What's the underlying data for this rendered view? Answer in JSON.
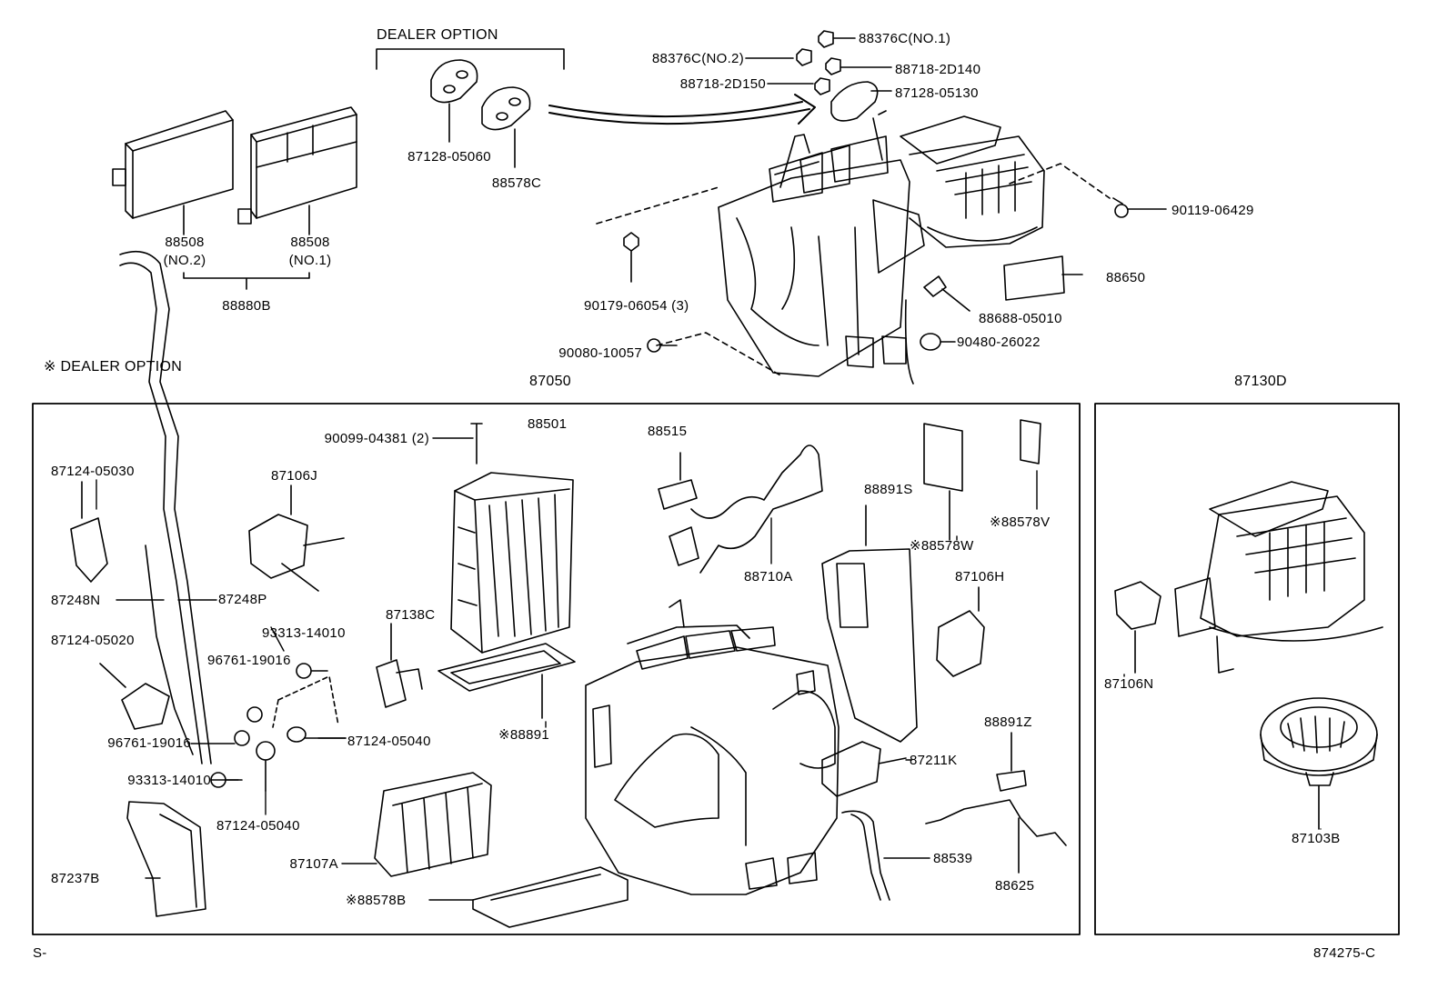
{
  "header": {
    "dealer_option": "DEALER OPTION"
  },
  "note": {
    "dealer_option_mark": "※ DEALER OPTION"
  },
  "footer": {
    "left_code": "S-",
    "right_code": "874275-C"
  },
  "assemblies": {
    "main_unit": "87050",
    "blower_unit": "87130D"
  },
  "parts": {
    "p88376C_no1": "88376C(NO.1)",
    "p88376C_no2": "88376C(NO.2)",
    "p88718_2D140": "88718-2D140",
    "p88718_2D150": "88718-2D150",
    "p87128_05130": "87128-05130",
    "p87128_05060": "87128-05060",
    "p88578C": "88578C",
    "p90119_06429": "90119-06429",
    "p88508_a": "88508",
    "p88508_no2": "(NO.2)",
    "p88508_b": "88508",
    "p88508_no1": "(NO.1)",
    "p88880B": "88880B",
    "p90179_06054": "90179-06054 (3)",
    "p88650": "88650",
    "p88688_05010": "88688-05010",
    "p90080_10057": "90080-10057",
    "p90480_26022": "90480-26022",
    "p90099_04381": "90099-04381 (2)",
    "p88501": "88501",
    "p88515": "88515",
    "p88891S": "88891S",
    "p88578W": "※88578W",
    "p88578V": "※88578V",
    "p87124_05030": "87124-05030",
    "p87106J": "87106J",
    "p87248N": "87248N",
    "p87248P": "87248P",
    "p88710A": "88710A",
    "p87106H": "87106H",
    "p93313_14010_a": "93313-14010",
    "p87138C": "87138C",
    "p87124_05020": "87124-05020",
    "p96761_19016_a": "96761-19016",
    "p96761_19016_b": "96761-19016",
    "p87124_05040_a": "87124-05040",
    "p88891": "※88891",
    "p88891Z": "88891Z",
    "p87211K": "87211K",
    "p93313_14010_b": "93313-14010",
    "p87124_05040_b": "87124-05040",
    "p87107A": "87107A",
    "p88539": "88539",
    "p88625": "88625",
    "p87237B": "87237B",
    "p88578B": "※88578B",
    "p87106N": "87106N",
    "p87103B": "87103B"
  }
}
